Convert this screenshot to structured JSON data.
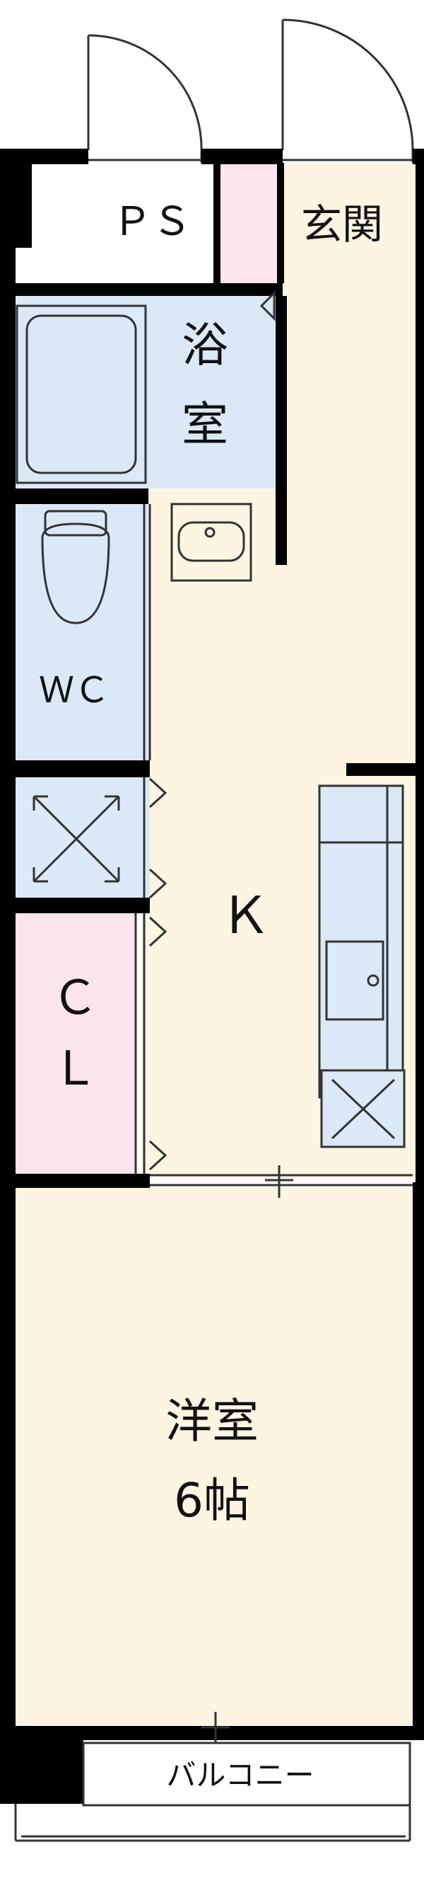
{
  "floorplan": {
    "rooms": {
      "ps": "ＰＳ",
      "entrance": "玄関",
      "bath_line1": "浴",
      "bath_line2": "室",
      "wc": "ＷＣ",
      "kitchen": "Ｋ",
      "closet_line1": "Ｃ",
      "closet_line2": "Ｌ",
      "western_line1": "洋室",
      "western_line2": "6帖",
      "balcony": "バルコニー"
    },
    "colors": {
      "floor_wood": "#fdf5e2",
      "wet_area": "#dbe9f7",
      "closet_pink": "#fbe4ec",
      "wall": "#000000",
      "outline": "#333333"
    }
  }
}
